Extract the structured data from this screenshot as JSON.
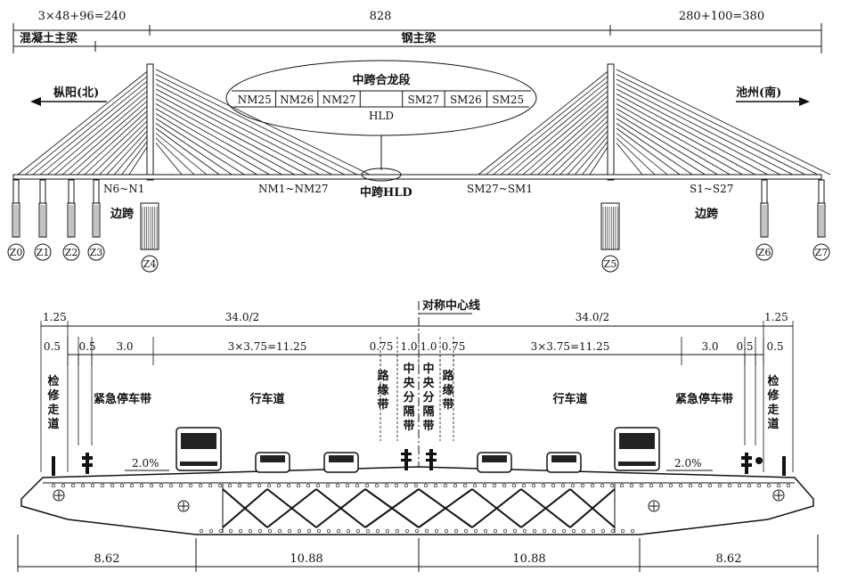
{
  "elevation": {
    "top_dims": [
      "3×48+96=240",
      "828",
      "280+100=380"
    ],
    "concrete_label": "混凝土主梁",
    "steel_label": "钢主梁",
    "north_label": "枞阳(北)",
    "south_label": "池州(南)",
    "closure_title": "中跨合龙段",
    "closure_segments": [
      "NM25",
      "NM26",
      "NM27",
      "",
      "SM27",
      "SM26",
      "SM25"
    ],
    "hld_label": "HLD",
    "mid_hld_label": "中跨HLD",
    "segments_labels": [
      "N6~N1",
      "NM1~NM27",
      "SM27~SM1",
      "S1~S27"
    ],
    "side_span_label": "边跨",
    "piers": [
      "Z0",
      "Z1",
      "Z2",
      "Z3",
      "Z4",
      "Z5",
      "Z6",
      "Z7"
    ]
  },
  "section": {
    "centerline_label": "对称中心线",
    "half_width_labels": [
      "34.0/2",
      "34.0/2"
    ],
    "edge_dims": [
      "1.25",
      "1.25"
    ],
    "sub_dims_left": [
      "0.5",
      "0.5",
      "3.0",
      "3×3.75=11.25",
      "0.75",
      "1.0"
    ],
    "sub_dims_right": [
      "1.0",
      "0.75",
      "3×3.75=11.25",
      "3.0",
      "0.5",
      "0.5"
    ],
    "maintenance_walkway": "检修走道",
    "emergency_lane": "紧急停车带",
    "carriageway": "行车道",
    "curb_strip": "路缘带",
    "median_strip": "中央分隔带",
    "slope_left": "2.0%",
    "slope_right": "2.0%",
    "bottom_dims": [
      "8.62",
      "10.88",
      "10.88",
      "8.62"
    ]
  }
}
